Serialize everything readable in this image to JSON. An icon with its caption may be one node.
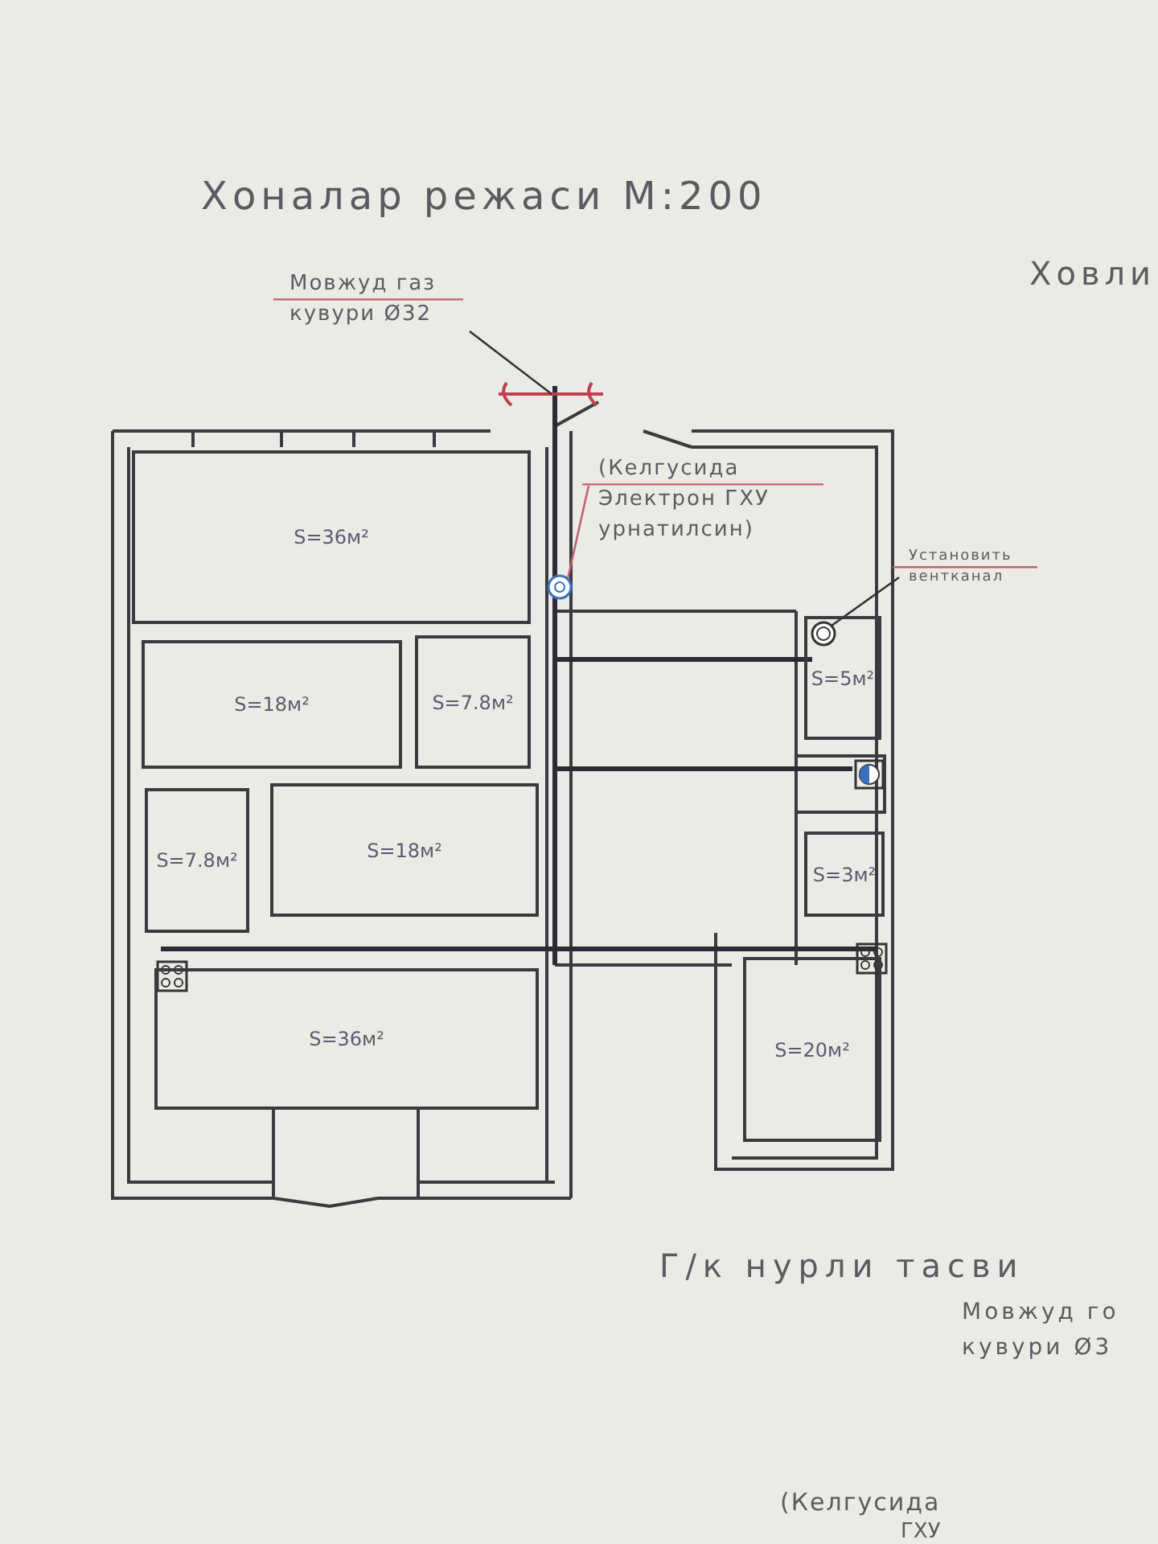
{
  "diagram": {
    "title": "Хоналар режаси М:200",
    "nodes": [
      {
        "text": [
          "Мовжуд газ кувури Ø32"
        ]
      },
      {
        "text": [
          "(Келгусида Электрон ГХУ урнатилсин)"
        ]
      },
      {
        "text": [],
        "shape": "circle"
      },
      {
        "text": [
          "Установить вентканал"
        ]
      },
      {
        "text": [],
        "shape": "circle",
        "in": 11
      },
      {
        "text": [
          "S=36м²"
        ]
      },
      {
        "text": [
          "S=18м²"
        ]
      },
      {
        "text": [
          "S=7.8м²"
        ]
      },
      {
        "text": [
          "S=7.8м²"
        ]
      },
      {
        "text": [
          "S=18м²"
        ]
      },
      {
        "text": [
          "S=36м²"
        ]
      },
      {
        "text": [
          "S=5м²"
        ]
      },
      {
        "text": [
          "S=3м²"
        ]
      },
      {
        "text": [
          "S=20м²"
        ]
      }
    ],
    "edges": [
      {
        "from": 0,
        "to": null,
        "arrow": "none"
      },
      {
        "from": 1,
        "to": 2,
        "arrow": "none",
        "color": "#c06070"
      },
      {
        "from": 3,
        "to": 4,
        "arrow": "none"
      }
    ],
    "labels": [
      "Ховли",
      "Г/к нурли тасви",
      "Мовжуд го",
      "кувури Ø3",
      "(Келгусида",
      "ГХУ"
    ]
  }
}
